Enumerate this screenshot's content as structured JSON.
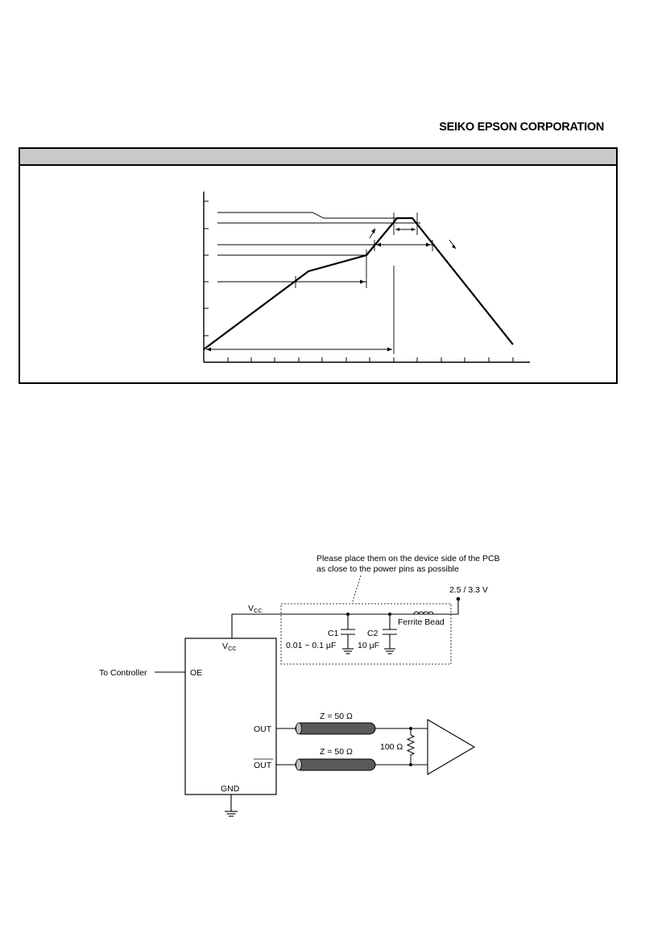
{
  "header": {
    "company": "SEIKO EPSON CORPORATION"
  },
  "reflow_profile": {
    "header_text": ""
  },
  "circuit": {
    "placement_note_line1": "Please place them on the device side of the PCB",
    "placement_note_line2": "as close to the power pins as possible",
    "supply_voltage": "2.5 / 3.3 V",
    "vcc_label_main": "V",
    "vcc_label_sub": "CC",
    "ferrite_bead": "Ferrite Bead",
    "c1_name": "C1",
    "c1_value": "0.01 ~ 0.1 μF",
    "c2_name": "C2",
    "c2_value": "10 μF",
    "oe_pin": "OE",
    "to_controller": "To Controller",
    "out_pin": "OUT",
    "out_bar_pin": "OUT",
    "gnd_pin": "GND",
    "impedance_top": "Z = 50 Ω",
    "impedance_bottom": "Z = 50 Ω",
    "termination_resistor": "100 Ω"
  }
}
